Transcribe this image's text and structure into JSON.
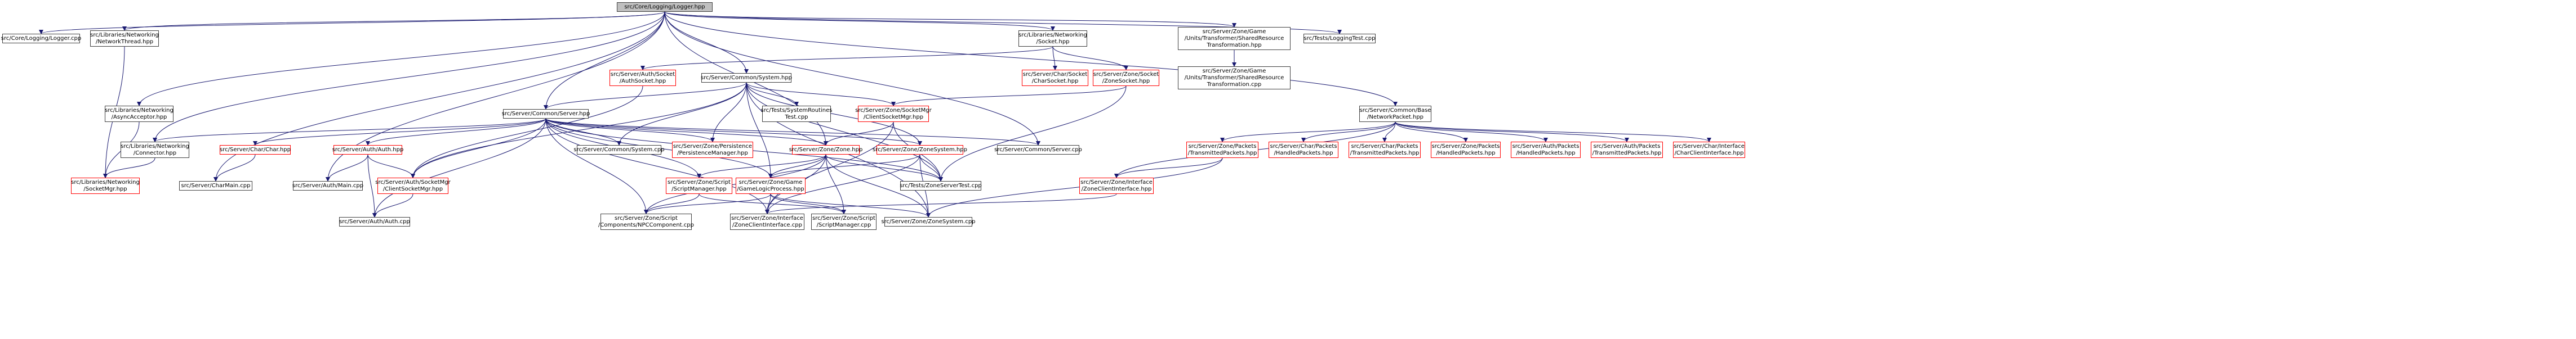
{
  "colors": {
    "edge": "#191970",
    "node_border": "#404040",
    "node_border_truncated": "#ff0000",
    "root_fill": "#bfbfbf"
  },
  "nodes": [
    {
      "id": "root",
      "lines": [
        "src/Core/Logging/Logger.hpp"
      ],
      "style": "root"
    },
    {
      "id": "logger_cpp",
      "lines": [
        "src/Core/Logging/Logger.cpp"
      ],
      "style": "normal"
    },
    {
      "id": "network_thread",
      "lines": [
        "src/Libraries/Networking",
        "/NetworkThread.hpp"
      ],
      "style": "normal"
    },
    {
      "id": "lib_socket",
      "lines": [
        "src/Libraries/Networking",
        "/Socket.hpp"
      ],
      "style": "normal"
    },
    {
      "id": "shared_res_hpp",
      "lines": [
        "src/Server/Zone/Game",
        "/Units/Transformer/SharedResource",
        "Transformation.hpp"
      ],
      "style": "normal"
    },
    {
      "id": "logging_test",
      "lines": [
        "src/Tests/LoggingTest.cpp"
      ],
      "style": "normal"
    },
    {
      "id": "auth_socket",
      "lines": [
        "src/Server/Auth/Socket",
        "/AuthSocket.hpp"
      ],
      "style": "red"
    },
    {
      "id": "common_system_hpp",
      "lines": [
        "src/Server/Common/System.hpp"
      ],
      "style": "normal"
    },
    {
      "id": "char_socket",
      "lines": [
        "src/Server/Char/Socket",
        "/CharSocket.hpp"
      ],
      "style": "red"
    },
    {
      "id": "zone_socket",
      "lines": [
        "src/Server/Zone/Socket",
        "/ZoneSocket.hpp"
      ],
      "style": "red"
    },
    {
      "id": "shared_res_cpp",
      "lines": [
        "src/Server/Zone/Game",
        "/Units/Transformer/SharedResource",
        "Transformation.cpp"
      ],
      "style": "normal"
    },
    {
      "id": "async_acceptor",
      "lines": [
        "src/Libraries/Networking",
        "/AsyncAcceptor.hpp"
      ],
      "style": "normal"
    },
    {
      "id": "common_server_hpp",
      "lines": [
        "src/Server/Common/Server.hpp"
      ],
      "style": "normal"
    },
    {
      "id": "system_routines",
      "lines": [
        "src/Tests/SystemRoutines",
        "Test.cpp"
      ],
      "style": "normal"
    },
    {
      "id": "client_socket_mgr_zone",
      "lines": [
        "src/Server/Zone/SocketMgr",
        "/ClientSocketMgr.hpp"
      ],
      "style": "red"
    },
    {
      "id": "network_packet",
      "lines": [
        "src/Server/Common/Base",
        "/NetworkPacket.hpp"
      ],
      "style": "normal"
    },
    {
      "id": "connector",
      "lines": [
        "src/Libraries/Networking",
        "/Connector.hpp"
      ],
      "style": "normal"
    },
    {
      "id": "char_hpp",
      "lines": [
        "src/Server/Char/Char.hpp"
      ],
      "style": "red"
    },
    {
      "id": "auth_hpp",
      "lines": [
        "src/Server/Auth/Auth.hpp"
      ],
      "style": "red"
    },
    {
      "id": "common_system_cpp",
      "lines": [
        "src/Server/Common/System.cpp"
      ],
      "style": "normal"
    },
    {
      "id": "persistence_mgr",
      "lines": [
        "src/Server/Zone/Persistence",
        "/PersistenceManager.hpp"
      ],
      "style": "red"
    },
    {
      "id": "zone_hpp",
      "lines": [
        "src/Server/Zone/Zone.hpp"
      ],
      "style": "red"
    },
    {
      "id": "zone_system_hpp",
      "lines": [
        "src/Server/Zone/ZoneSystem.hpp"
      ],
      "style": "red"
    },
    {
      "id": "common_server_cpp",
      "lines": [
        "src/Server/Common/Server.cpp"
      ],
      "style": "normal"
    },
    {
      "id": "zone_packets_tx",
      "lines": [
        "src/Server/Zone/Packets",
        "/TransmittedPackets.hpp"
      ],
      "style": "red"
    },
    {
      "id": "char_packets_h",
      "lines": [
        "src/Server/Char/Packets",
        "/HandledPackets.hpp"
      ],
      "style": "red"
    },
    {
      "id": "char_packets_tx",
      "lines": [
        "src/Server/Char/Packets",
        "/TransmittedPackets.hpp"
      ],
      "style": "red"
    },
    {
      "id": "zone_packets_h",
      "lines": [
        "src/Server/Zone/Packets",
        "/HandledPackets.hpp"
      ],
      "style": "red"
    },
    {
      "id": "auth_packets_h",
      "lines": [
        "src/Server/Auth/Packets",
        "/HandledPackets.hpp"
      ],
      "style": "red"
    },
    {
      "id": "auth_packets_tx",
      "lines": [
        "src/Server/Auth/Packets",
        "/TransmittedPackets.hpp"
      ],
      "style": "red"
    },
    {
      "id": "char_client_iface",
      "lines": [
        "src/Server/Char/Interface",
        "/CharClientInterface.hpp"
      ],
      "style": "red"
    },
    {
      "id": "lib_socket_mgr",
      "lines": [
        "src/Libraries/Networking",
        "/SocketMgr.hpp"
      ],
      "style": "red"
    },
    {
      "id": "char_main",
      "lines": [
        "src/Server/CharMain.cpp"
      ],
      "style": "normal"
    },
    {
      "id": "auth_main",
      "lines": [
        "src/Server/Auth/Main.cpp"
      ],
      "style": "normal"
    },
    {
      "id": "auth_client_socket_mgr",
      "lines": [
        "src/Server/Auth/SocketMgr",
        "/ClientSocketMgr.hpp"
      ],
      "style": "red"
    },
    {
      "id": "script_mgr_hpp",
      "lines": [
        "src/Server/Zone/Script",
        "/ScriptManager.hpp"
      ],
      "style": "red"
    },
    {
      "id": "game_logic",
      "lines": [
        "src/Server/Zone/Game",
        "/GameLogicProcess.hpp"
      ],
      "style": "red"
    },
    {
      "id": "zone_server_test",
      "lines": [
        "src/Tests/ZoneServerTest.cpp"
      ],
      "style": "normal"
    },
    {
      "id": "zone_client_iface_hpp",
      "lines": [
        "src/Server/Zone/Interface",
        "/ZoneClientInterface.hpp"
      ],
      "style": "red"
    },
    {
      "id": "auth_auth_cpp",
      "lines": [
        "src/Server/Auth/Auth.cpp"
      ],
      "style": "normal"
    },
    {
      "id": "npc_component",
      "lines": [
        "src/Server/Zone/Script",
        "/Components/NPCComponent.cpp"
      ],
      "style": "normal"
    },
    {
      "id": "zone_client_iface_cpp",
      "lines": [
        "src/Server/Zone/Interface",
        "/ZoneClientInterface.cpp"
      ],
      "style": "normal"
    },
    {
      "id": "script_mgr_cpp",
      "lines": [
        "src/Server/Zone/Script",
        "/ScriptManager.cpp"
      ],
      "style": "normal"
    },
    {
      "id": "zone_system_cpp",
      "lines": [
        "src/Server/Zone/ZoneSystem.cpp"
      ],
      "style": "normal"
    }
  ],
  "edges": [
    [
      "root",
      "logger_cpp"
    ],
    [
      "root",
      "network_thread"
    ],
    [
      "root",
      "lib_socket"
    ],
    [
      "root",
      "shared_res_hpp"
    ],
    [
      "root",
      "logging_test"
    ],
    [
      "root",
      "common_system_hpp"
    ],
    [
      "root",
      "async_acceptor"
    ],
    [
      "root",
      "common_server_hpp"
    ],
    [
      "root",
      "connector"
    ],
    [
      "root",
      "char_main"
    ],
    [
      "root",
      "auth_main"
    ],
    [
      "root",
      "network_packet"
    ],
    [
      "root",
      "common_server_cpp"
    ],
    [
      "root",
      "zone_hpp"
    ],
    [
      "network_thread",
      "lib_socket_mgr"
    ],
    [
      "async_acceptor",
      "lib_socket_mgr"
    ],
    [
      "connector",
      "lib_socket_mgr"
    ],
    [
      "lib_socket",
      "auth_socket"
    ],
    [
      "lib_socket",
      "char_socket"
    ],
    [
      "lib_socket",
      "zone_socket"
    ],
    [
      "shared_res_hpp",
      "shared_res_cpp"
    ],
    [
      "auth_socket",
      "auth_client_socket_mgr"
    ],
    [
      "zone_socket",
      "client_socket_mgr_zone"
    ],
    [
      "zone_socket",
      "zone_server_test"
    ],
    [
      "common_system_hpp",
      "common_server_hpp"
    ],
    [
      "common_system_hpp",
      "system_routines"
    ],
    [
      "common_system_hpp",
      "common_system_cpp"
    ],
    [
      "common_system_hpp",
      "persistence_mgr"
    ],
    [
      "common_system_hpp",
      "game_logic"
    ],
    [
      "common_system_hpp",
      "zone_system_hpp"
    ],
    [
      "common_system_hpp",
      "zone_server_test"
    ],
    [
      "common_system_hpp",
      "zone_system_cpp"
    ],
    [
      "common_system_hpp",
      "auth_client_socket_mgr"
    ],
    [
      "common_system_hpp",
      "client_socket_mgr_zone"
    ],
    [
      "common_server_hpp",
      "connector"
    ],
    [
      "common_server_hpp",
      "char_hpp"
    ],
    [
      "common_server_hpp",
      "auth_hpp"
    ],
    [
      "common_server_hpp",
      "common_system_cpp"
    ],
    [
      "common_server_hpp",
      "persistence_mgr"
    ],
    [
      "common_server_hpp",
      "zone_hpp"
    ],
    [
      "common_server_hpp",
      "zone_system_hpp"
    ],
    [
      "common_server_hpp",
      "common_server_cpp"
    ],
    [
      "common_server_hpp",
      "script_mgr_hpp"
    ],
    [
      "common_server_hpp",
      "game_logic"
    ],
    [
      "common_server_hpp",
      "zone_server_test"
    ],
    [
      "common_server_hpp",
      "auth_auth_cpp"
    ],
    [
      "common_server_hpp",
      "npc_component"
    ],
    [
      "common_server_hpp",
      "zone_client_iface_cpp"
    ],
    [
      "common_server_hpp",
      "auth_client_socket_mgr"
    ],
    [
      "client_socket_mgr_zone",
      "zone_hpp"
    ],
    [
      "client_socket_mgr_zone",
      "zone_server_test"
    ],
    [
      "client_socket_mgr_zone",
      "zone_client_iface_cpp"
    ],
    [
      "char_hpp",
      "char_main"
    ],
    [
      "auth_hpp",
      "auth_main"
    ],
    [
      "auth_hpp",
      "auth_client_socket_mgr"
    ],
    [
      "auth_hpp",
      "auth_auth_cpp"
    ],
    [
      "auth_client_socket_mgr",
      "auth_auth_cpp"
    ],
    [
      "zone_hpp",
      "script_mgr_hpp"
    ],
    [
      "zone_hpp",
      "game_logic"
    ],
    [
      "zone_hpp",
      "zone_server_test"
    ],
    [
      "zone_hpp",
      "zone_client_iface_cpp"
    ],
    [
      "zone_hpp",
      "script_mgr_cpp"
    ],
    [
      "zone_hpp",
      "zone_system_cpp"
    ],
    [
      "zone_hpp",
      "npc_component"
    ],
    [
      "zone_system_hpp",
      "game_logic"
    ],
    [
      "zone_system_hpp",
      "zone_server_test"
    ],
    [
      "zone_system_hpp",
      "zone_system_cpp"
    ],
    [
      "zone_system_hpp",
      "zone_client_iface_cpp"
    ],
    [
      "script_mgr_hpp",
      "npc_component"
    ],
    [
      "script_mgr_hpp",
      "script_mgr_cpp"
    ],
    [
      "game_logic",
      "npc_component"
    ],
    [
      "game_logic",
      "zone_client_iface_cpp"
    ],
    [
      "game_logic",
      "script_mgr_cpp"
    ],
    [
      "game_logic",
      "zone_system_cpp"
    ],
    [
      "network_packet",
      "zone_packets_tx"
    ],
    [
      "network_packet",
      "char_packets_h"
    ],
    [
      "network_packet",
      "char_packets_tx"
    ],
    [
      "network_packet",
      "zone_packets_h"
    ],
    [
      "network_packet",
      "auth_packets_h"
    ],
    [
      "network_packet",
      "auth_packets_tx"
    ],
    [
      "network_packet",
      "char_client_iface"
    ],
    [
      "network_packet",
      "zone_client_iface_hpp"
    ],
    [
      "zone_packets_tx",
      "zone_client_iface_hpp"
    ],
    [
      "zone_packets_tx",
      "zone_system_cpp"
    ],
    [
      "zone_client_iface_hpp",
      "zone_client_iface_cpp"
    ]
  ]
}
